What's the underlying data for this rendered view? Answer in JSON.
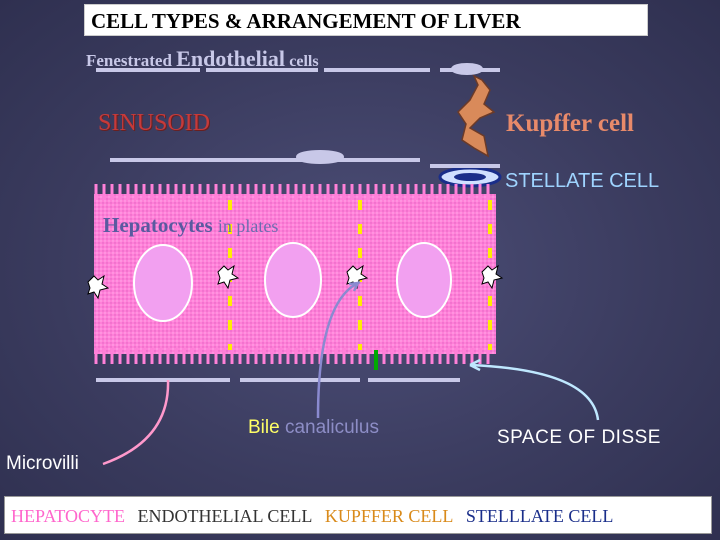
{
  "title": "CELL TYPES  & ARRANGEMENT OF LIVER",
  "labels": {
    "fenestrated": "Fenestrated",
    "endothelial": "Endothelial",
    "cells": "cells",
    "sinusoid": "SINUSOID",
    "kupffer": "Kupffer cell",
    "stellate": "STELLATE CELL",
    "hepatocytes": "Hepatocytes",
    "in_plates": "in plates",
    "bile": "Bile",
    "canaliculus": "canaliculus",
    "disse": "SPACE OF DISSE",
    "microvilli": "Microvilli"
  },
  "legend": [
    {
      "text": "HEPATOCYTE",
      "color": "#ff66cc"
    },
    {
      "text": "ENDOTHELIAL CELL",
      "color": "#333333"
    },
    {
      "text": "KUPFFER CELL",
      "color": "#d98a1a"
    },
    {
      "text": "STELLLATE CELL",
      "color": "#1a2e8a"
    }
  ],
  "colors": {
    "hepatocyte": "#ff7fd6",
    "nucleus": "#f2a0f0",
    "endothelium": "#c8c8e8",
    "kupffer": "#d98a5a",
    "stellate": "#1a2e8a",
    "junction": "#ffee00",
    "disse_arrow": "#bfe8ff",
    "bile_arrow": "#8a8ad0",
    "micro_arrow": "#ff99cc"
  }
}
